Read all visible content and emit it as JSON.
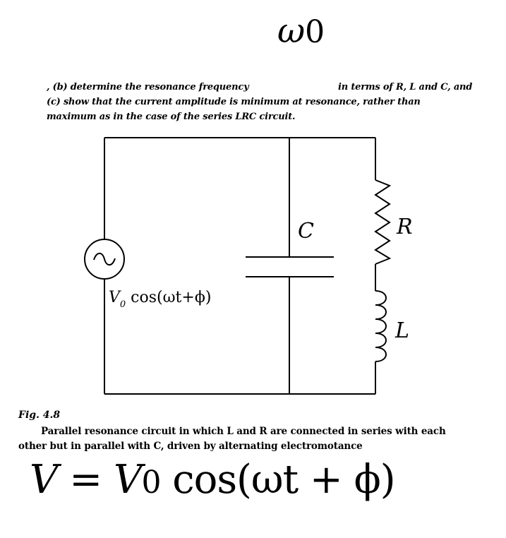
{
  "header": {
    "omega": "ω",
    "omega_sub": "0"
  },
  "problem_text": {
    "line1_left": ", (b) determine the resonance frequency",
    "line1_right": "in terms of R, L and C, and",
    "line2": "(c) show that the current amplitude is minimum at resonance, rather than",
    "line3": "maximum as in the case of the series LRC circuit."
  },
  "circuit": {
    "capacitor_label": "C",
    "resistor_label": "R",
    "inductor_label": "L",
    "source_symbol": "~",
    "source_V": "V",
    "source_sub": "0",
    "source_expr": " cos(ωt+ϕ)"
  },
  "caption": {
    "fig_label": "Fig. 4.8",
    "line1": "Parallel resonance circuit in which L and R are connected in series with each",
    "line2": "other but in parallel with C, driven by alternating electromotance"
  },
  "formula": {
    "lhs": "V",
    "eq": " = ",
    "V": "V",
    "sub": "0",
    "rest": " cos(ωt + ϕ)"
  }
}
